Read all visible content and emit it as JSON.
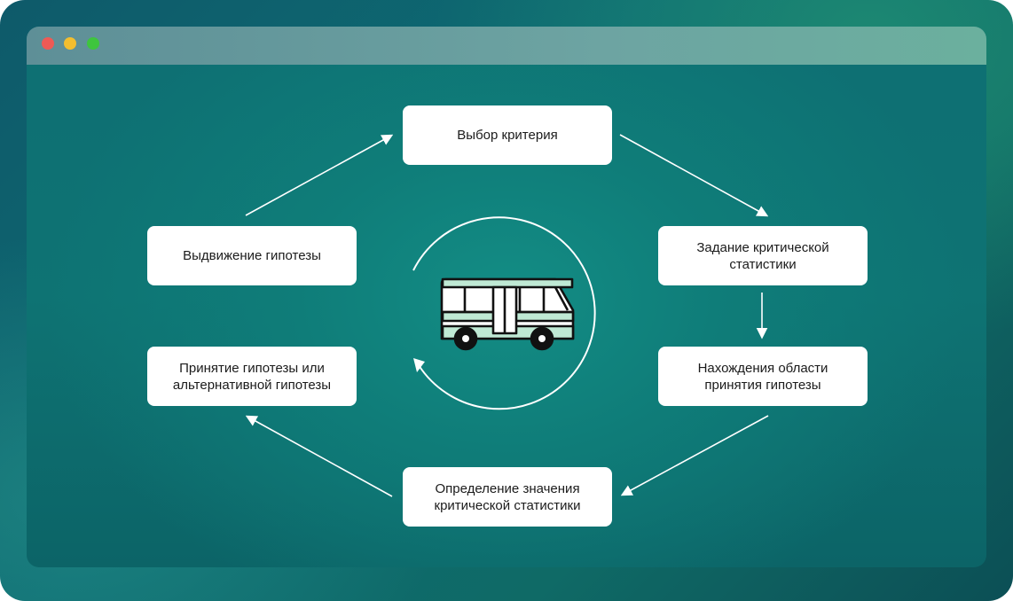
{
  "window": {
    "controls": [
      {
        "name": "close",
        "color": "#ee5a55"
      },
      {
        "name": "minimize",
        "color": "#f2be2f"
      },
      {
        "name": "maximize",
        "color": "#3ec53e"
      }
    ]
  },
  "diagram": {
    "type": "cycle",
    "steps": [
      {
        "id": "criterion",
        "label": "Выбор критерия"
      },
      {
        "id": "statistic",
        "label": "Задание критической\nстатистики"
      },
      {
        "id": "region",
        "label": "Нахождения области\nпринятия гипотезы"
      },
      {
        "id": "value",
        "label": "Определение значения\nкритической статистики"
      },
      {
        "id": "accept",
        "label": "Принятие гипотезы или\nальтернативной гипотезы"
      },
      {
        "id": "hypothesis",
        "label": "Выдвижение гипотезы"
      }
    ],
    "center_icon": "bus-icon",
    "center_arrow": "cycle-arrow-icon",
    "accent_color": "#bfe9d4",
    "arrow_color": "#ffffff"
  }
}
